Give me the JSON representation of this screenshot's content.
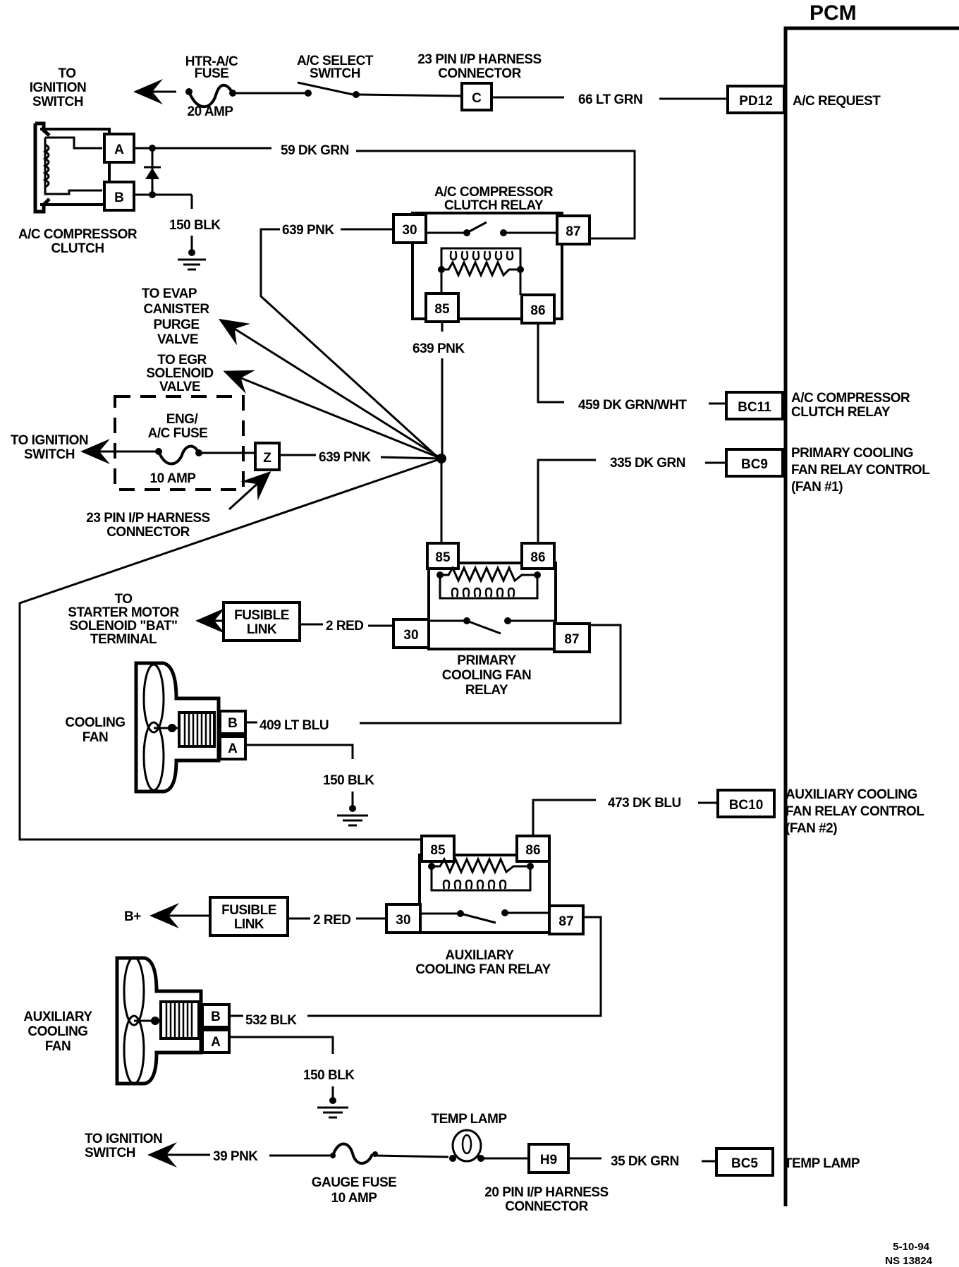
{
  "pcm": {
    "title": "PCM",
    "pins": [
      {
        "id": "PD12",
        "label": "A/C REQUEST",
        "label_lines": [
          "A/C REQUEST"
        ]
      },
      {
        "id": "BC11",
        "label_lines": [
          "A/C COMPRESSOR",
          "CLUTCH RELAY"
        ]
      },
      {
        "id": "BC9",
        "label_lines": [
          "PRIMARY COOLING",
          "FAN RELAY CONTROL",
          "(FAN #1)"
        ]
      },
      {
        "id": "BC10",
        "label_lines": [
          "AUXILIARY COOLING",
          "FAN RELAY CONTROL",
          "(FAN #2)"
        ]
      },
      {
        "id": "BC5",
        "label_lines": [
          "TEMP LAMP"
        ]
      }
    ]
  },
  "ac_request_circuit": {
    "to_ignition": [
      "TO",
      "IGNITION",
      "SWITCH"
    ],
    "fuse_name": [
      "HTR-A/C",
      "FUSE"
    ],
    "fuse_rating": "20 AMP",
    "switch_name": [
      "A/C SELECT",
      "SWITCH"
    ],
    "connector_name": [
      "23 PIN I/P HARNESS",
      "CONNECTOR"
    ],
    "connector_pin": "C",
    "wire": "66 LT GRN"
  },
  "ac_compressor_clutch": {
    "name": [
      "A/C COMPRESSOR",
      "CLUTCH"
    ],
    "pin_a": "A",
    "pin_b": "B",
    "wire_a": "59 DK GRN",
    "wire_ground": "150 BLK"
  },
  "ac_clutch_relay": {
    "name": [
      "A/C COMPRESSOR",
      "CLUTCH RELAY"
    ],
    "pins": {
      "p30": "30",
      "p87": "87",
      "p85": "85",
      "p86": "86"
    },
    "wire_30": "639 PNK",
    "wire_85": "639 PNK",
    "wire_86": "459 DK GRN/WHT"
  },
  "splice_destinations": {
    "evap": [
      "TO EVAP",
      "CANISTER",
      "PURGE",
      "VALVE"
    ],
    "egr": [
      "TO EGR",
      "SOLENOID",
      "VALVE"
    ]
  },
  "eng_fuse_circuit": {
    "to_ignition": [
      "TO IGNITION",
      "SWITCH"
    ],
    "fuse_name": [
      "ENG/",
      "A/C FUSE"
    ],
    "fuse_rating": "10 AMP",
    "connector_pin": "Z",
    "connector_name": [
      "23 PIN I/P HARNESS",
      "CONNECTOR"
    ],
    "wire": "639 PNK"
  },
  "primary_fan_relay": {
    "name": [
      "PRIMARY",
      "COOLING FAN",
      "RELAY"
    ],
    "pins": {
      "p30": "30",
      "p87": "87",
      "p85": "85",
      "p86": "86"
    },
    "wire_86": "335 DK GRN",
    "wire_30": "2 RED",
    "fusible_link": [
      "FUSIBLE",
      "LINK"
    ],
    "source": [
      "TO",
      "STARTER MOTOR",
      "SOLENOID \"BAT\"",
      "TERMINAL"
    ]
  },
  "cooling_fan": {
    "name": [
      "COOLING",
      "FAN"
    ],
    "pin_b": "B",
    "pin_a": "A",
    "wire_b": "409 LT BLU",
    "wire_ground": "150 BLK"
  },
  "aux_fan_relay": {
    "name": [
      "AUXILIARY",
      "COOLING FAN RELAY"
    ],
    "pins": {
      "p30": "30",
      "p87": "87",
      "p85": "85",
      "p86": "86"
    },
    "wire_86": "473 DK BLU",
    "wire_30": "2 RED",
    "fusible_link": [
      "FUSIBLE",
      "LINK"
    ],
    "source": "B+"
  },
  "aux_cooling_fan": {
    "name": [
      "AUXILIARY",
      "COOLING",
      "FAN"
    ],
    "pin_b": "B",
    "pin_a": "A",
    "wire_b": "532 BLK",
    "wire_ground": "150 BLK"
  },
  "temp_lamp_circuit": {
    "to_ignition": [
      "TO IGNITION",
      "SWITCH"
    ],
    "wire_in": "39 PNK",
    "fuse_name": "GAUGE FUSE",
    "fuse_rating": "10 AMP",
    "lamp_name": "TEMP LAMP",
    "connector_pin": "H9",
    "connector_name": [
      "20 PIN I/P HARNESS",
      "CONNECTOR"
    ],
    "wire_out": "35 DK GRN"
  },
  "footer": {
    "date": "5-10-94",
    "code": "NS 13824"
  }
}
